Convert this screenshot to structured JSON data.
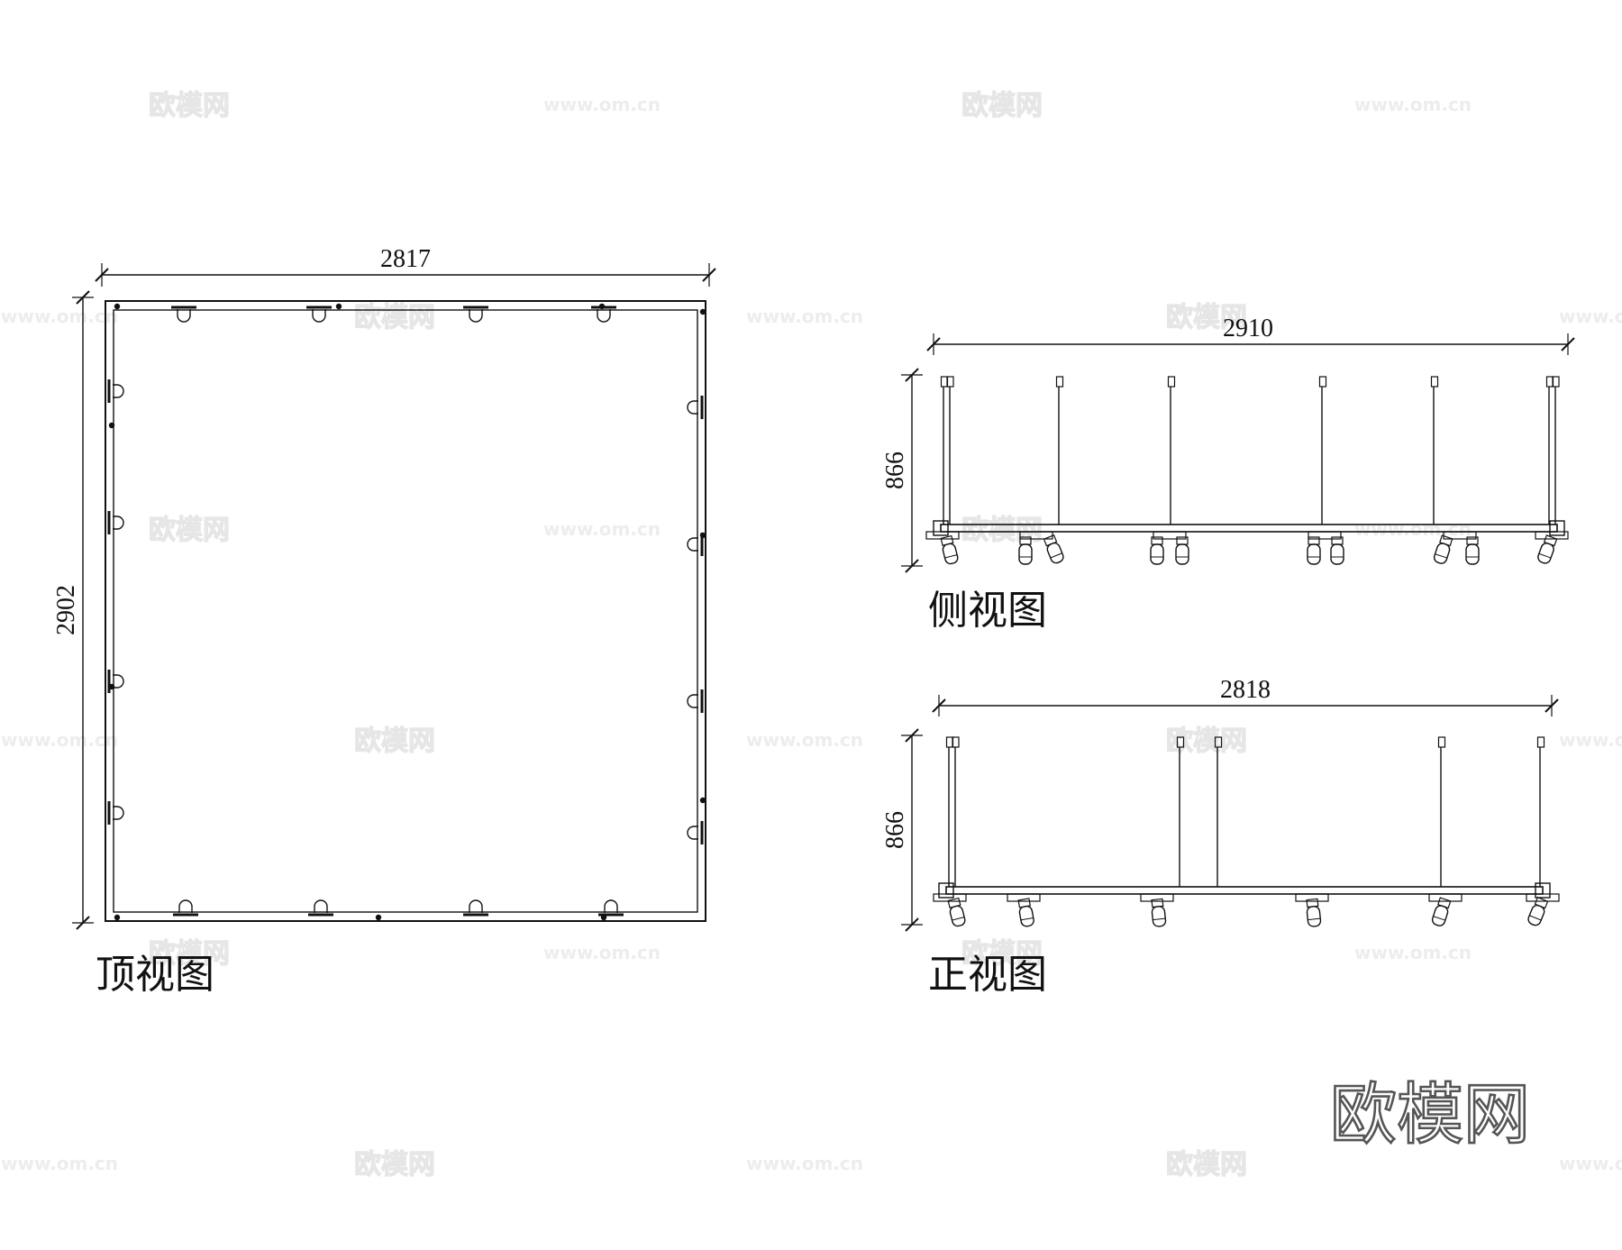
{
  "top_view": {
    "caption": "顶视图",
    "width_dim": "2817",
    "height_dim": "2902"
  },
  "side_view": {
    "caption": "侧视图",
    "width_dim": "2910",
    "height_dim": "866"
  },
  "front_view": {
    "caption": "正视图",
    "width_dim": "2818",
    "height_dim": "866"
  },
  "logo": "欧模网",
  "watermark": {
    "cn": "欧模网",
    "url": "www.om.cn"
  }
}
